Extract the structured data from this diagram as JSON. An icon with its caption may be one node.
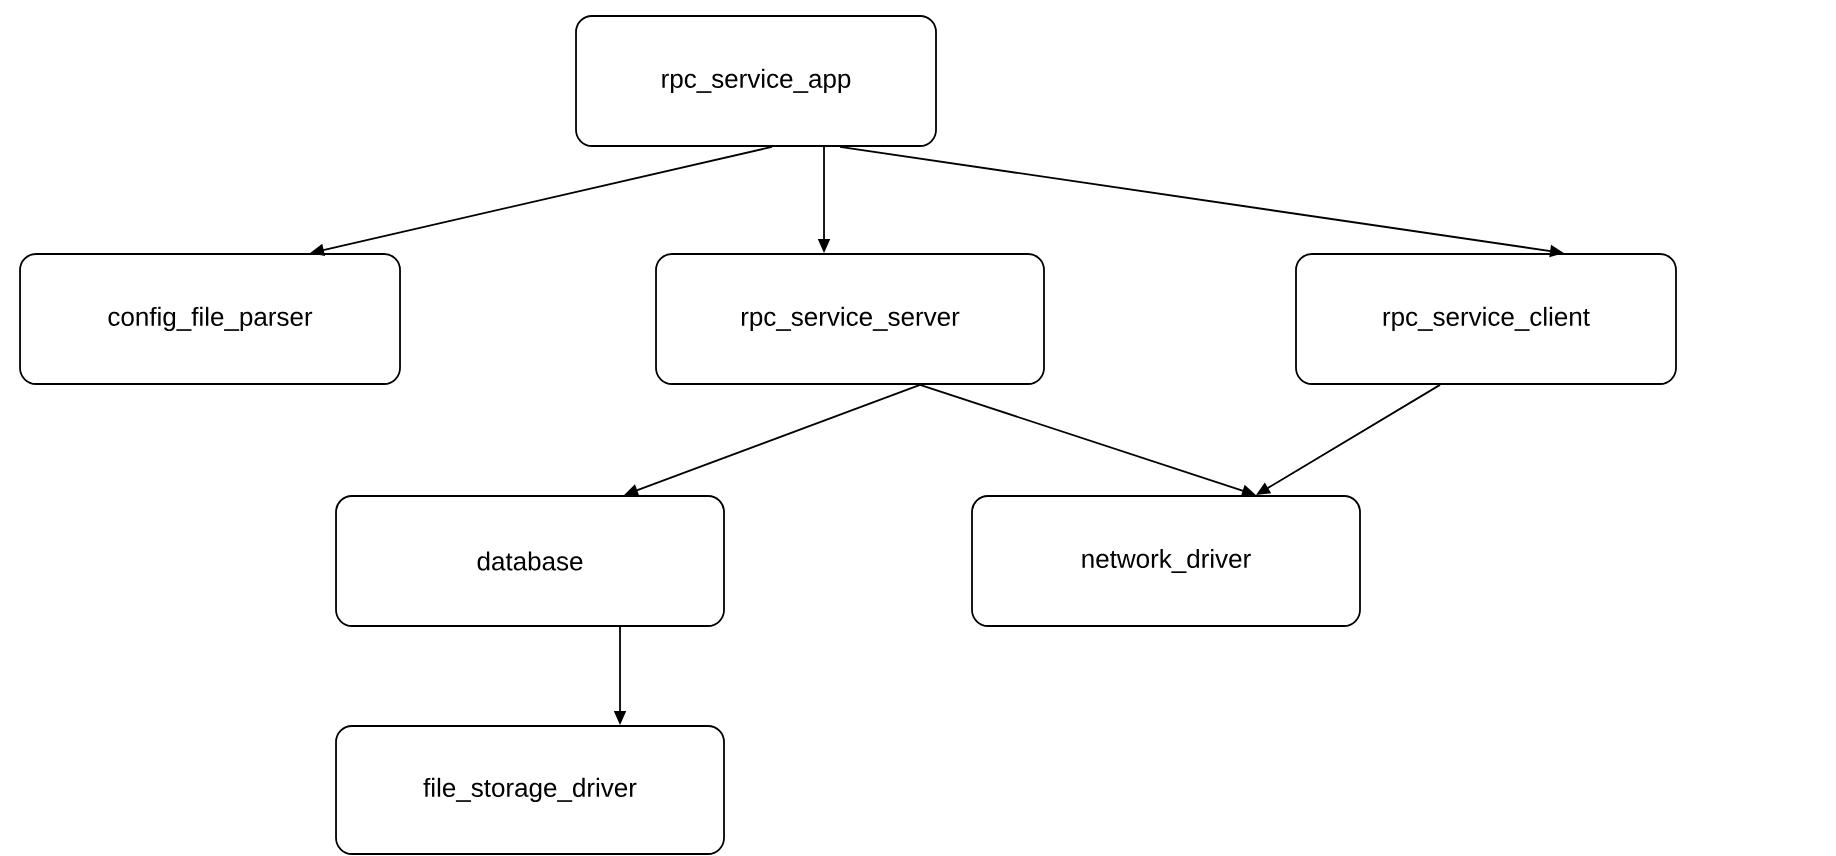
{
  "diagram": {
    "nodes": [
      {
        "text": [
          "rpc_service_app"
        ]
      },
      {
        "text": [
          "config_file_parser"
        ]
      },
      {
        "text": [
          "rpc_service_server"
        ]
      },
      {
        "text": [
          "rpc_service_client"
        ]
      },
      {
        "text": [
          "database"
        ]
      },
      {
        "text": [
          "network_driver"
        ]
      },
      {
        "text": [
          "file_storage_driver"
        ]
      }
    ],
    "edges": [
      {
        "from": 0,
        "to": 1,
        "arrow": "to"
      },
      {
        "from": 0,
        "to": 2,
        "arrow": "to"
      },
      {
        "from": 0,
        "to": 3,
        "arrow": "to"
      },
      {
        "from": 2,
        "to": 4,
        "arrow": "to"
      },
      {
        "from": 2,
        "to": 5,
        "arrow": "to"
      },
      {
        "from": 3,
        "to": 5,
        "arrow": "to"
      },
      {
        "from": 4,
        "to": 6,
        "arrow": "to"
      }
    ]
  }
}
